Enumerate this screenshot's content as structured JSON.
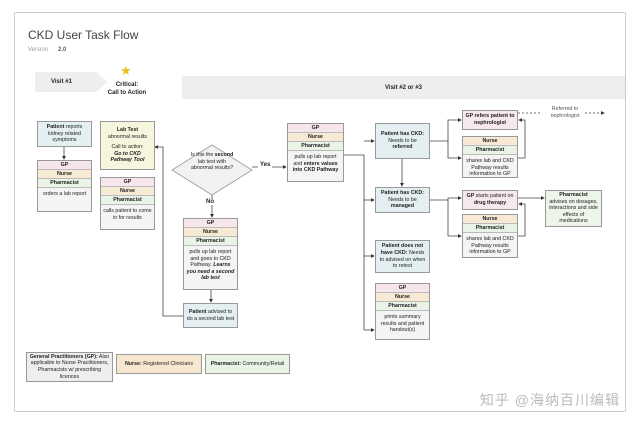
{
  "header": {
    "title": "CKD User Task Flow",
    "version_label": "Version",
    "version": "2.0"
  },
  "phases": {
    "visit1": "Visit #1",
    "critical_line1": "Critical:",
    "critical_line2": "Call to Action",
    "visit2": "Visit #2 or #3"
  },
  "roles": {
    "gp": "GP",
    "nurse": "Nurse",
    "pharmacist": "Pharmacist"
  },
  "nodes": {
    "patient_symptoms": {
      "bold": "Patient",
      "text": " reports kidney related symptoms"
    },
    "card_orders": {
      "body": "orders a lab report"
    },
    "lab_test": {
      "title": "Lab Test",
      "text": "abnormal results",
      "call": "Call to action:",
      "bold": "Go to CKD Pathway Tool"
    },
    "card_calls": {
      "body": "calls patient to come in for results"
    },
    "decision": {
      "pre": "Is this the ",
      "bold": "second",
      "post": " lab test with abnormal results?",
      "yes": "Yes",
      "no": "No"
    },
    "card_enters": {
      "text": "pulls up lab report and ",
      "bold": "enters values into CKD Pathway"
    },
    "card_learns": {
      "text": "pulls up lab report and goes to CKD Pathway. ",
      "bold": "Learns you need a second lab test"
    },
    "advised": {
      "bold": "Patient",
      "text": " advised to do a second lab test"
    },
    "ckd_referred": {
      "bold": "Patient has CKD:",
      "text": " Needs to be ",
      "bold2": "referred"
    },
    "ckd_managed": {
      "bold": "Patient has CKD:",
      "text": " Needs to be ",
      "bold2": "managed"
    },
    "no_ckd": {
      "bold": "Patient does not have CKD:",
      "text": " Needs to advised on when to retest"
    },
    "card_prints": {
      "body": "prints summary results and patient handout(s)"
    },
    "gp_refers": {
      "bold": "GP refers patient to nephrologist"
    },
    "card_shares_1": {
      "body": "shares lab and CKD Pathway results information to GP"
    },
    "referred_note": "Referred to nephrologist",
    "gp_starts": {
      "bold": "GP",
      "text": " starts patient on ",
      "bold2": "drug therapy"
    },
    "card_shares_2": {
      "body": "shares lab and CKD Pathway results information to GP"
    },
    "pharm_advises": {
      "bold": "Pharmacist",
      "text": "advises on dosages, interactions and side effects of medications"
    }
  },
  "legend": {
    "gp": {
      "bold": "General Practitioners (GP):",
      "text": " Also applicable to Nurse Practitioners, Pharmacists w/ prescribing licences"
    },
    "nurse": {
      "bold": "Nurse:",
      "text": " Registered Clinicians"
    },
    "pharmacist": {
      "bold": "Pharmacist:",
      "text": " Community/Retail"
    }
  },
  "watermark": "知乎 @海纳百川编辑",
  "colors": {
    "gp": "#f6e6ec",
    "nurse": "#f7e9d3",
    "pharmacist": "#e9f4e6",
    "patient": "#e3eff1",
    "lab": "#f6f6df"
  }
}
